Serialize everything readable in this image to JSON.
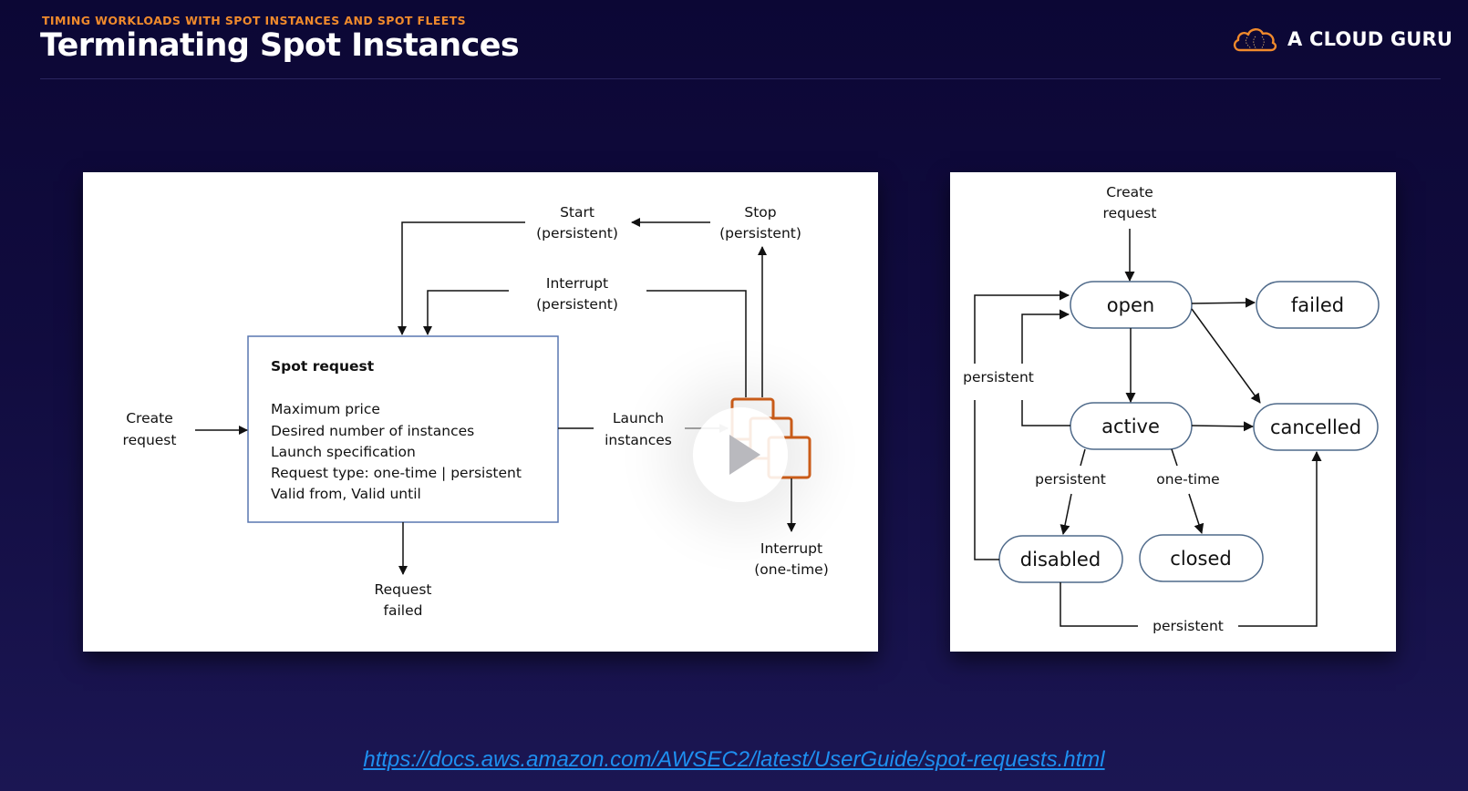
{
  "header": {
    "eyebrow": "TIMING WORKLOADS WITH SPOT INSTANCES AND SPOT FLEETS",
    "title": "Terminating Spot Instances",
    "logo_text": "A CLOUD GURU",
    "logo_icon": "cloud-icon"
  },
  "colors": {
    "accent_orange": "#f08a2c",
    "link_blue": "#1e8ff0",
    "instance_orange": "#d3601a"
  },
  "lifecycle_diagram": {
    "create_request": [
      "Create",
      "request"
    ],
    "spot_request": {
      "title": "Spot request",
      "fields": [
        "Maximum price",
        "Desired number of instances",
        "Launch specification",
        "Request type: one-time | persistent",
        "Valid from, Valid until"
      ]
    },
    "start": [
      "Start",
      "(persistent)"
    ],
    "stop": [
      "Stop",
      "(persistent)"
    ],
    "interrupt_persistent": [
      "Interrupt",
      "(persistent)"
    ],
    "launch_instances": [
      "Launch",
      "instances"
    ],
    "interrupt_one_time": [
      "Interrupt",
      "(one-time)"
    ],
    "request_failed": [
      "Request",
      "failed"
    ],
    "instances_icon": "ec2-instances-icon",
    "play_button": "play-icon"
  },
  "state_diagram": {
    "create_request": [
      "Create",
      "request"
    ],
    "states": {
      "open": "open",
      "failed": "failed",
      "active": "active",
      "cancelled": "cancelled",
      "disabled": "disabled",
      "closed": "closed"
    },
    "labels": {
      "persistent_left": "persistent",
      "persistent_from_active": "persistent",
      "one_time_from_active": "one-time",
      "persistent_bottom": "persistent"
    }
  },
  "footer": {
    "link": "https://docs.aws.amazon.com/AWSEC2/latest/UserGuide/spot-requests.html"
  }
}
